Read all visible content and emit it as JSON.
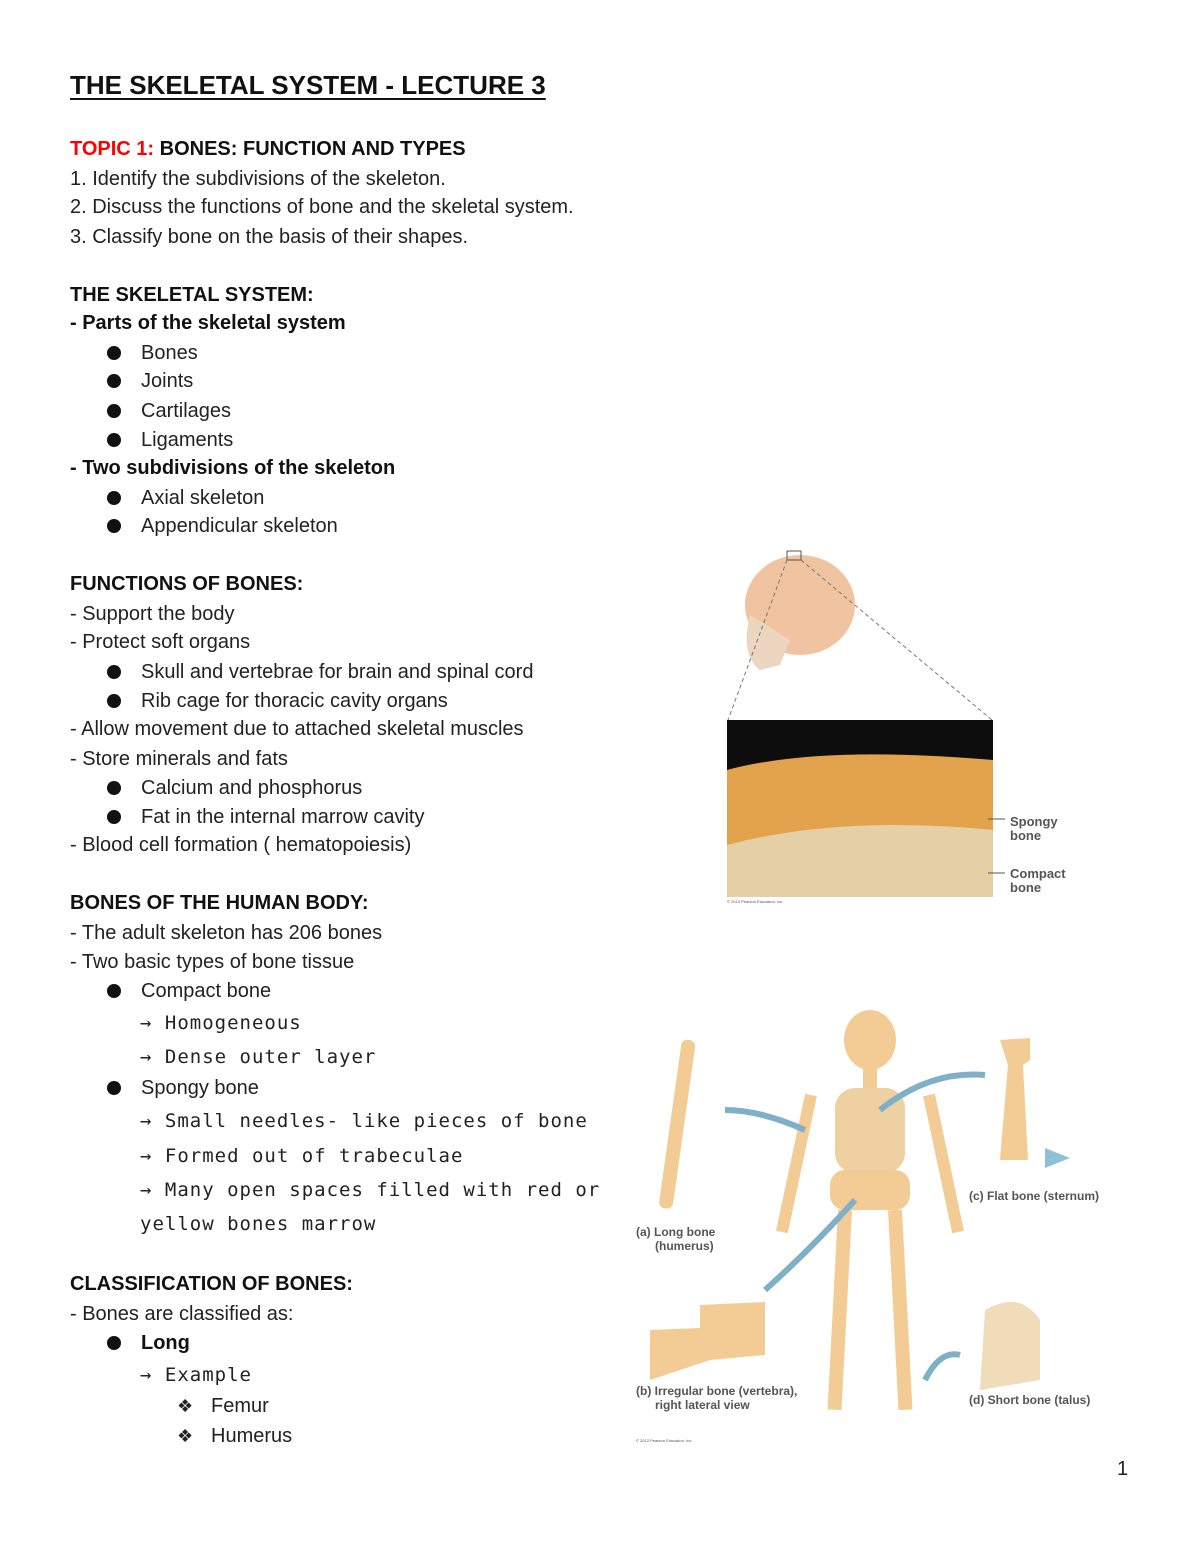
{
  "title": "THE SKELETAL SYSTEM - LECTURE 3",
  "topic": {
    "label": "TOPIC 1:",
    "text": " BONES: FUNCTION AND TYPES"
  },
  "objectives": [
    "1. Identify the subdivisions of the skeleton.",
    "2. Discuss the functions of bone and the skeletal system.",
    "3. Classify bone on the basis of their shapes."
  ],
  "skeletal": {
    "heading": "THE SKELETAL SYSTEM:",
    "parts_heading": "- Parts of the skeletal system",
    "parts": [
      "Bones",
      "Joints",
      "Cartilages",
      "Ligaments"
    ],
    "subdiv_heading": "- Two subdivisions of the skeleton",
    "subdivs": [
      "Axial skeleton",
      "Appendicular skeleton"
    ]
  },
  "functions": {
    "heading": "FUNCTIONS OF BONES:",
    "l1": "- Support the body",
    "l2": "- Protect soft organs",
    "b1": "Skull and vertebrae for brain and spinal cord",
    "b2": "Rib cage for thoracic cavity organs",
    "l3": "- Allow movement due to attached skeletal muscles",
    "l4": "- Store minerals and fats",
    "b3": "Calcium and phosphorus",
    "b4": "Fat in the internal marrow cavity",
    "l5": "- Blood cell formation ( hematopoiesis)"
  },
  "human": {
    "heading": "BONES OF THE HUMAN BODY:",
    "l1": "- The adult skeleton has 206 bones",
    "l2": "- Two basic types of bone tissue",
    "b1": "Compact bone",
    "a1": "→ Homogeneous",
    "a2": "→ Dense outer layer",
    "b2": "Spongy bone",
    "a3": "→ Small needles- like pieces of bone",
    "a4": "→ Formed out of trabeculae",
    "a5": "→ Many open spaces filled with red or",
    "a5b": "yellow bones marrow"
  },
  "classification": {
    "heading": "CLASSIFICATION OF BONES:",
    "l1": "- Bones are classified as:",
    "b1": "Long",
    "a1": "→ Example",
    "d1": "Femur",
    "d2": "Humerus",
    "diamond": "❖"
  },
  "figure1": {
    "spongy": [
      "Spongy",
      "bone"
    ],
    "compact": [
      "Compact",
      "bone"
    ],
    "copyright": "© 2013 Pearson Education, Inc."
  },
  "figure2": {
    "a": [
      "(a) Long bone",
      "(humerus)"
    ],
    "b": [
      "(b) Irregular bone (vertebra),",
      "right lateral view"
    ],
    "c": "(c) Flat bone (sternum)",
    "d": "(d) Short bone (talus)",
    "copyright": "© 2012 Pearson Education, Inc."
  },
  "page_number": "1"
}
